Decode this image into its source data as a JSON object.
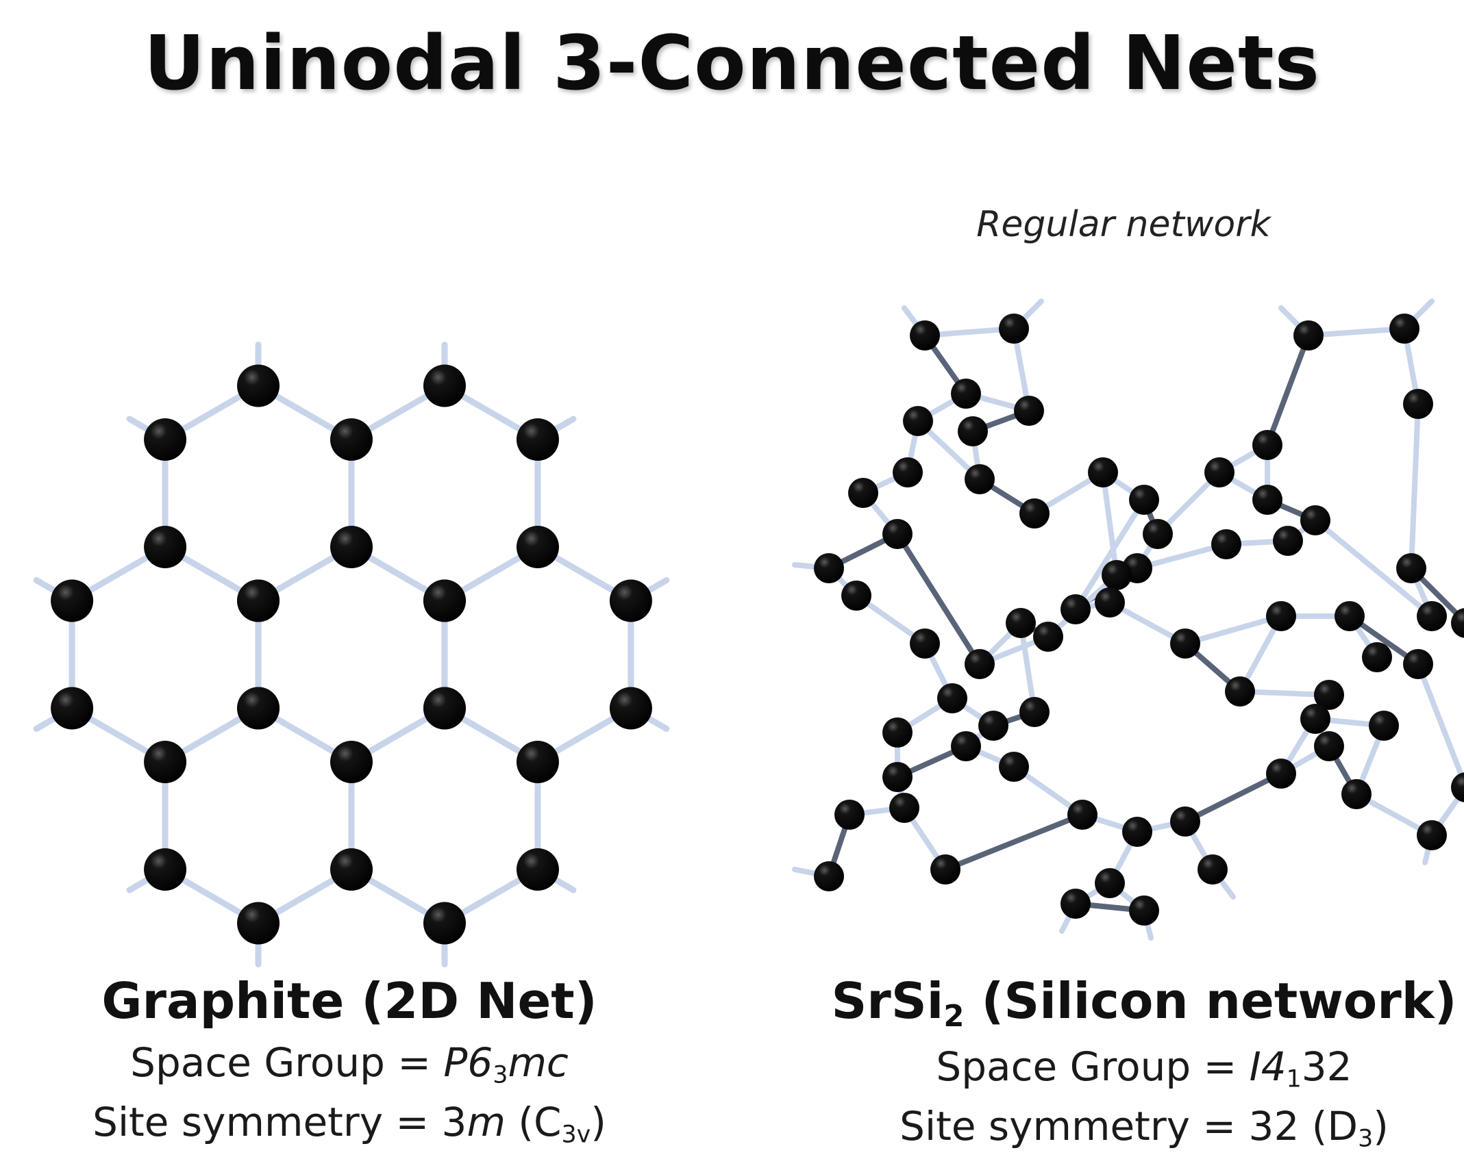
{
  "title": "Uninodal 3-Connected Nets",
  "subtitle": "Regular network",
  "left": {
    "name": "Graphite (2D Net)",
    "sg_prefix": "Space Group = ",
    "sg_a": "P6",
    "sg_sub": "3",
    "sg_b": "mc",
    "site_prefix": "Site symmetry = 3",
    "site_it": "m",
    "site_c": " (C",
    "site_sub": "3v",
    "site_end": ")"
  },
  "right": {
    "name_a": "SrSi",
    "name_sub": "2",
    "name_b": " (Silicon network)",
    "sg_prefix": "Space Group = ",
    "sg_a": "I4",
    "sg_sub": "1",
    "sg_b": "32",
    "site_prefix": "Site symmetry = 32 (D",
    "site_sub": "3",
    "site_end": ")"
  },
  "colors": {
    "atom": "#0a0a0a",
    "bond_light": "#c8d4ea",
    "bond_dark": "#5a6478"
  }
}
